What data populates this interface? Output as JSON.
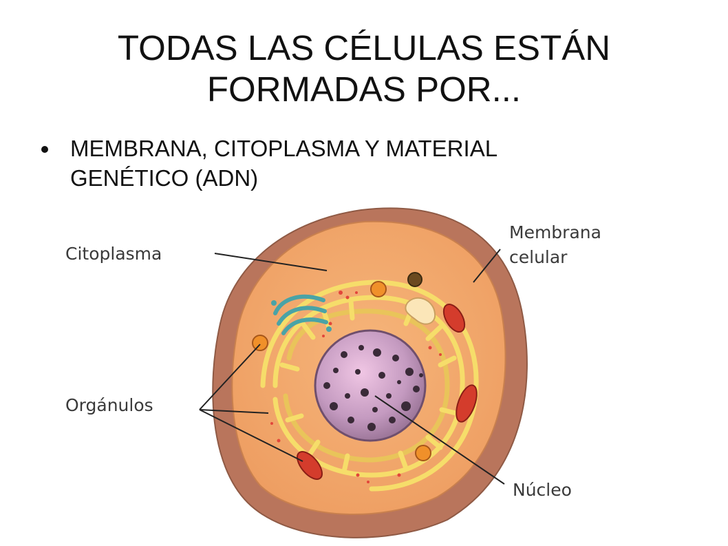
{
  "slide": {
    "title_line1": "TODAS LAS CÉLULAS ESTÁN",
    "title_line2": "FORMADAS POR...",
    "bullet": {
      "line1": "MEMBRANA, CITOPLASMA Y MATERIAL",
      "line2": "GENÉTICO (ADN)"
    }
  },
  "diagram": {
    "labels": {
      "cytoplasm": "Citoplasma",
      "membrane_line1": "Membrana",
      "membrane_line2": "celular",
      "organelles": "Orgánulos",
      "nucleus": "Núcleo"
    },
    "colors": {
      "membrane": "#b9755c",
      "cytoplasm": "#f2a66a",
      "endoplasmic_reticulum": "#f6dd6a",
      "nucleus": "#b08aa8",
      "chromatin": "#3a2a38",
      "mitochondria": "#d43c2c",
      "golgi": "#4aa3a6",
      "leader_line": "#222222"
    }
  }
}
